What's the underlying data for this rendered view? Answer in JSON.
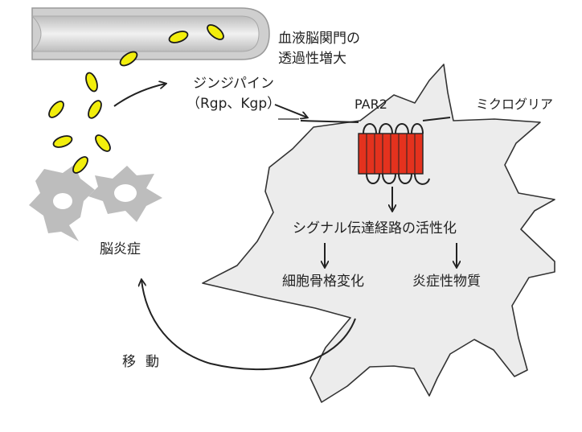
{
  "labels": {
    "bbb_line1": "血液脳関門の",
    "bbb_line2": "透過性増大",
    "gingipain": "ジンジパイン",
    "gingipain_types": "（Rgp、Kgp）",
    "par2": "PAR2",
    "microglia": "ミクログリア",
    "signal": "シグナル伝達経路の活性化",
    "cytoskeleton": "細胞骨格変化",
    "inflammatory": "炎症性物質",
    "encephalitis": "脳炎症",
    "migration": "移動"
  },
  "colors": {
    "bacteria_fill": "#f2ee0c",
    "receptor_fill": "#e4321e",
    "vessel_fill": "#dcdcdc",
    "cell_fill": "#ececec",
    "neuron_fill": "#bdbdbd"
  }
}
